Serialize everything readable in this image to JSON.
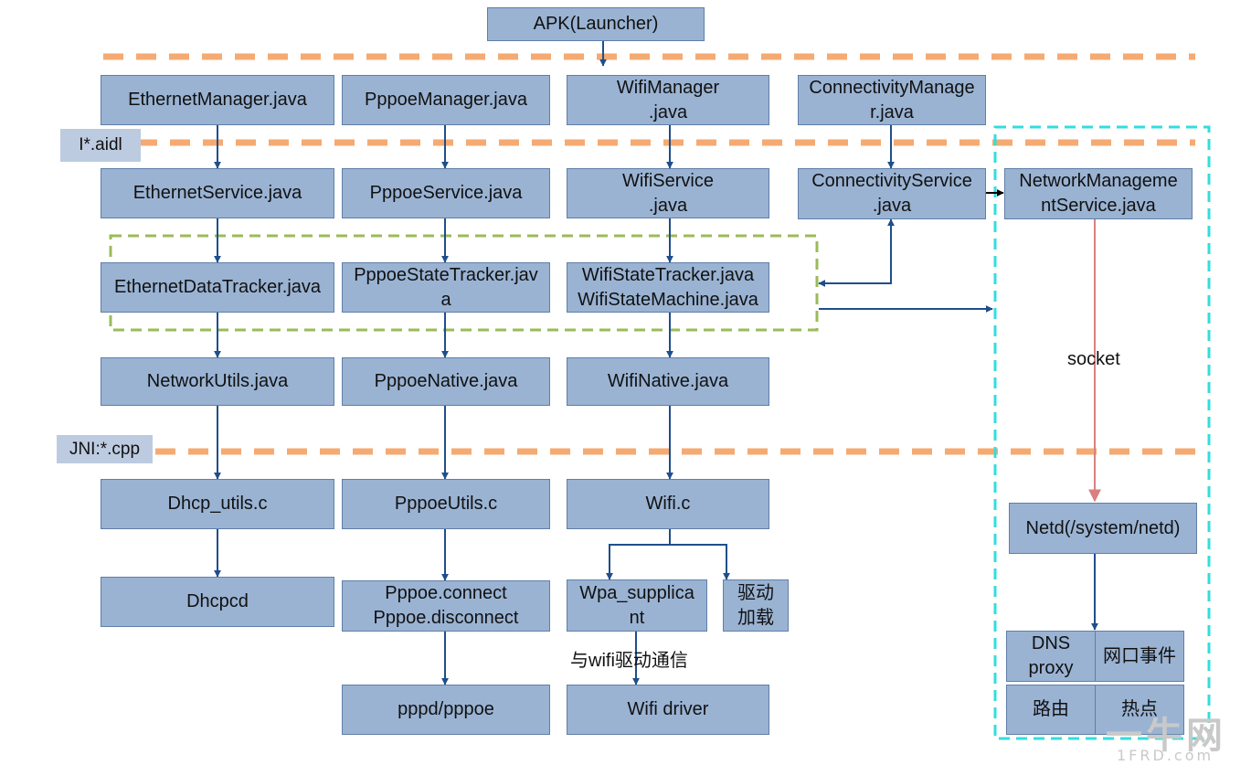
{
  "layers": {
    "aidl_label": "I*.aidl",
    "jni_label": "JNI:*.cpp"
  },
  "top": {
    "apk": "APK(Launcher)"
  },
  "ethernet": {
    "manager": "EthernetManager.java",
    "service": "EthernetService.java",
    "tracker": "EthernetDataTracker.java",
    "utils": "NetworkUtils.java",
    "native_c": "Dhcp_utils.c",
    "daemon": "Dhcpcd"
  },
  "pppoe": {
    "manager": "PppoeManager.java",
    "service": "PppoeService.java",
    "tracker": "PppoeStateTracker.jav\na",
    "native": "PppoeNative.java",
    "native_c": "PppoeUtils.c",
    "connect": "Pppoe.connect\nPppoe.disconnect",
    "daemon": "pppd/pppoe"
  },
  "wifi": {
    "manager": "WifiManager\n.java",
    "service": "WifiService\n.java",
    "tracker": "WifiStateTracker.java\nWifiStateMachine.java",
    "native": "WifiNative.java",
    "native_c": "Wifi.c",
    "supplicant": "Wpa_supplica\nnt",
    "driver_load": "驱动\n加载",
    "driver": "Wifi driver",
    "supplicant_note": "与wifi驱动通信"
  },
  "connectivity": {
    "manager": "ConnectivityManage\nr.java",
    "service": "ConnectivityService\n.java"
  },
  "netmgmt": {
    "service": "NetworkManageme\nntService.java",
    "socket_label": "socket",
    "netd": "Netd(/system/netd)",
    "dns": "DNS\nproxy",
    "iface_events": "网口事件",
    "routing": "路由",
    "hotspot": "热点"
  },
  "colors": {
    "box_fill": "#9ab3d3",
    "box_border": "#5f7fa8",
    "arrow": "#1f4e8c",
    "socket_arrow": "#d98080",
    "layer_divider": "#f5aa72",
    "tracker_group": "#9bbb59",
    "netd_group": "#33dddd"
  },
  "watermark": {
    "logo": "一牛网",
    "url": "1FRD.com"
  }
}
